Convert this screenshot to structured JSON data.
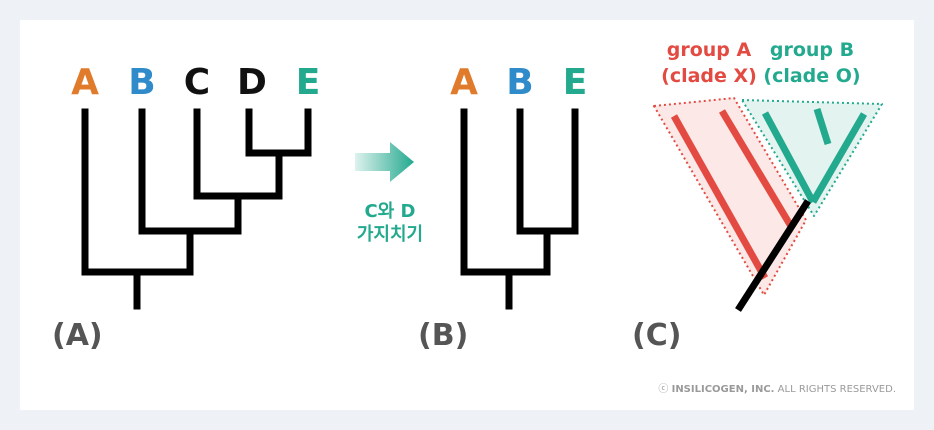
{
  "colors": {
    "A": "#e07b2b",
    "B": "#2f8bc9",
    "C": "#111111",
    "D": "#111111",
    "E": "#23a98e",
    "groupA": "#e34b42",
    "groupB": "#23a98e",
    "branch": "#000000"
  },
  "panel_a": {
    "label": "(A)",
    "leaves": [
      "A",
      "B",
      "C",
      "D",
      "E"
    ]
  },
  "arrow": {
    "line1": "C와 D",
    "line2": "가지치기"
  },
  "panel_b": {
    "label": "(B)",
    "leaves": [
      "A",
      "B",
      "E"
    ]
  },
  "panel_c": {
    "label": "(C)",
    "group_a": {
      "line1": "group A",
      "line2": "(clade X)"
    },
    "group_b": {
      "line1": "group B",
      "line2": "(clade O)"
    }
  },
  "copyright": {
    "symbol": "ⓒ",
    "company": "INSILICOGEN, INC.",
    "rest": "ALL RIGHTS RESERVED."
  }
}
